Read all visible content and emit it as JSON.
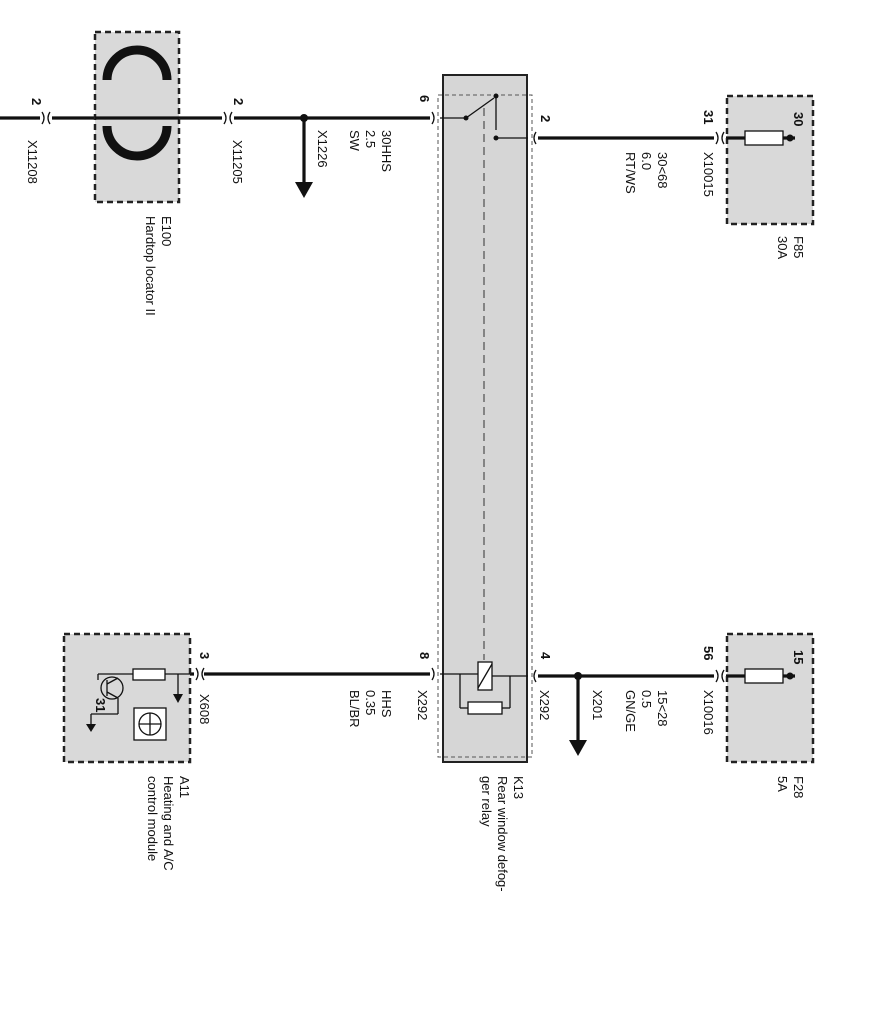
{
  "components": {
    "e100": {
      "id": "E100",
      "name": "Hardtop locator II"
    },
    "k13": {
      "id": "K13",
      "name_line1": "Rear window defog-",
      "name_line2": "ger relay"
    },
    "f85": {
      "id": "F85",
      "rating": "30A",
      "pin_in": "31",
      "pin_out": "30"
    },
    "f28": {
      "id": "F28",
      "rating": "5A",
      "pin_in": "56",
      "pin_out": "15"
    },
    "a11": {
      "id": "A11",
      "name_line1": "Heating and A/C",
      "name_line2": "control module",
      "ground": "31"
    }
  },
  "connectors": {
    "x11208": {
      "id": "X11208",
      "pin": "2"
    },
    "x11205": {
      "id": "X11205",
      "pin": "2"
    },
    "x1226": {
      "id": "X1226"
    },
    "x10015": {
      "id": "X10015"
    },
    "x10016": {
      "id": "X10016"
    },
    "x201": {
      "id": "X201"
    },
    "x292_left": {
      "id": "X292",
      "pin": "8"
    },
    "x292_right": {
      "id": "X292",
      "pin": "4"
    },
    "x608": {
      "id": "X608",
      "pin": "3"
    }
  },
  "relay_pins": {
    "top_left": "6",
    "top_right": "2"
  },
  "wires": {
    "top_left": {
      "signal": "30HHS",
      "size": "2.5",
      "color": "SW"
    },
    "top_right": {
      "signal": "30<68",
      "size": "6.0",
      "color": "RT/WS"
    },
    "bottom_left": {
      "signal": "HHS",
      "size": "0.35",
      "color": "BL/BR"
    },
    "bottom_right": {
      "signal": "15<28",
      "size": "0.5",
      "color": "GN/GE"
    }
  }
}
